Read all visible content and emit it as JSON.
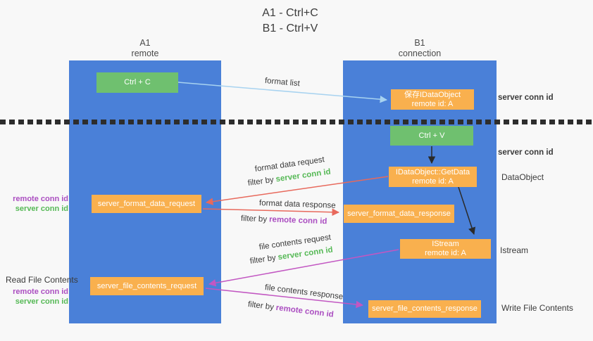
{
  "title": {
    "line1": "A1 - Ctrl+C",
    "line2": "B1 - Ctrl+V"
  },
  "columns": {
    "a": {
      "id": "A1",
      "role": "remote"
    },
    "b": {
      "id": "B1",
      "role": "connection"
    }
  },
  "nodes": {
    "ctrl_c": "Ctrl + C",
    "ctrl_v": "Ctrl + V",
    "save_dataobject": {
      "line1": "保存IDataObject",
      "line2": "remote id: A"
    },
    "getdata": {
      "line1": "IDataObject::GetData",
      "line2": "remote id: A"
    },
    "istream": {
      "line1": "IStream",
      "line2": "remote id: A"
    },
    "format_request": "server_format_data_request",
    "format_response": "server_format_data_response",
    "file_request": "server_file_contents_request",
    "file_response": "server_file_contents_response"
  },
  "arrow_labels": {
    "format_list": "format list",
    "format_data_request": "format data request",
    "format_data_response": "format data response",
    "file_contents_request": "file contents request",
    "file_contents_response": "file contents response",
    "filter_by": "filter by"
  },
  "terms": {
    "server_conn_id": "server conn id",
    "remote_conn_id": "remote conn id"
  },
  "side_labels": {
    "read_file_contents": "Read File Contents",
    "write_file_contents": "Write File Contents",
    "dataobject": "DataObject",
    "istream": "Istream",
    "server_conn_id_top": "server conn id",
    "server_conn_id_mid": "server conn id"
  },
  "colors": {
    "background": "#f8f8f8",
    "column_blue": "#4a80d8",
    "node_green": "#6fc06f",
    "node_orange": "#f9b04e",
    "term_green": "#56b956",
    "term_purple": "#ab4ec1",
    "arrow_red": "#e8695c",
    "arrow_magenta": "#c257c2",
    "arrow_lightblue": "#a8d3f0",
    "arrow_black": "#2a2a2a",
    "divider_black": "#2d2d2d"
  }
}
